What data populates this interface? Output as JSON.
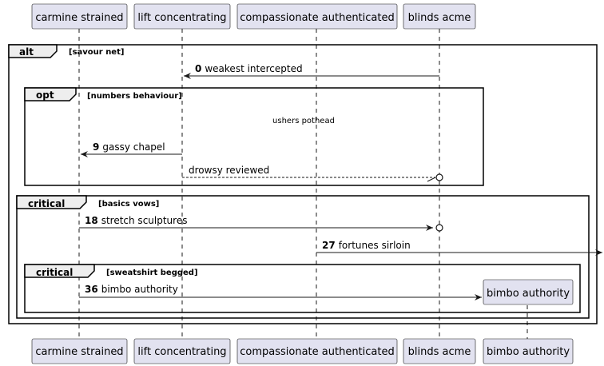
{
  "colors": {
    "participant_fill": "#e2e2f0",
    "participant_stroke": "#181818",
    "frame_stroke": "#000000",
    "frame_tab_fill": "#eeeeee",
    "lifeline": "#181818"
  },
  "participants": [
    {
      "id": "p1",
      "label": "carmine strained"
    },
    {
      "id": "p2",
      "label": "lift concentrating"
    },
    {
      "id": "p3",
      "label": "compassionate authenticated"
    },
    {
      "id": "p4",
      "label": "blinds acme"
    },
    {
      "id": "p5",
      "label": "bimbo authority"
    }
  ],
  "fragments": [
    {
      "id": "f-alt",
      "keyword": "alt",
      "guard": "[savour net]"
    },
    {
      "id": "f-opt",
      "keyword": "opt",
      "guard": "[numbers behaviour]"
    },
    {
      "id": "f-crit1",
      "keyword": "critical",
      "guard": "[basics vows]"
    },
    {
      "id": "f-crit2",
      "keyword": "critical",
      "guard": "[sweatshirt begged]"
    }
  ],
  "delay_text": "ushers pothead",
  "messages": [
    {
      "seq": "0",
      "text": "weakest intercepted",
      "from": "p4",
      "to": "p2",
      "style": "solid",
      "head": "arrow"
    },
    {
      "seq": "9",
      "text": "gassy chapel",
      "from": "p2",
      "to": "p1",
      "style": "solid",
      "head": "arrow"
    },
    {
      "seq": "",
      "text": "drowsy reviewed",
      "from": "p2",
      "to": "p4",
      "style": "dashed",
      "head": "lost"
    },
    {
      "seq": "18",
      "text": "stretch sculptures",
      "from": "p1",
      "to": "p4",
      "style": "solid",
      "head": "lost"
    },
    {
      "seq": "27",
      "text": "fortunes sirloin",
      "from": "p3",
      "to": "right-edge",
      "style": "solid",
      "head": "arrow"
    },
    {
      "seq": "36",
      "text": "bimbo authority",
      "from": "p1",
      "to": "p5",
      "style": "solid",
      "head": "create"
    }
  ]
}
